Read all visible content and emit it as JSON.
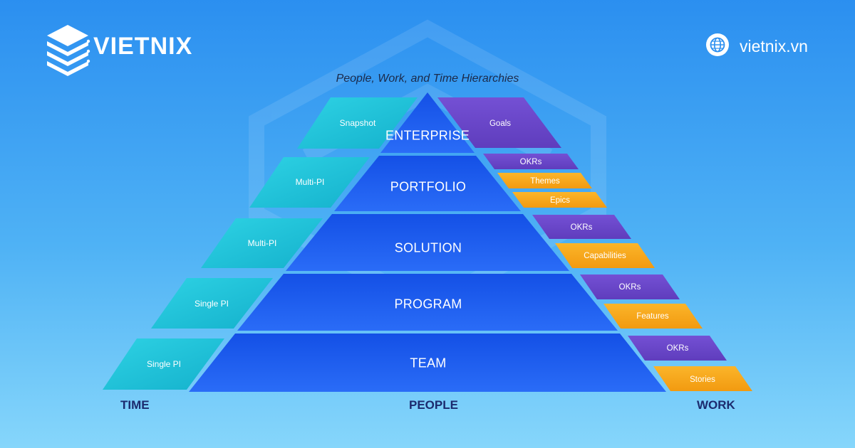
{
  "brand": {
    "name": "VIETNIX",
    "website": "vietnix.vn",
    "logo_icon": "server-stack-icon",
    "website_icon": "globe-icon"
  },
  "diagram": {
    "title": "People, Work, and Time Hierarchies",
    "axes": {
      "time": "TIME",
      "people": "PEOPLE",
      "work": "WORK"
    },
    "levels": [
      {
        "name": "ENTERPRISE",
        "time": "Snapshot",
        "work": [
          "Goals"
        ]
      },
      {
        "name": "PORTFOLIO",
        "time": "Multi-PI",
        "work": [
          "OKRs",
          "Themes",
          "Epics"
        ]
      },
      {
        "name": "SOLUTION",
        "time": "Multi-PI",
        "work": [
          "OKRs",
          "Capabilities"
        ]
      },
      {
        "name": "PROGRAM",
        "time": "Single PI",
        "work": [
          "OKRs",
          "Features"
        ]
      },
      {
        "name": "TEAM",
        "time": "Single PI",
        "work": [
          "OKRs",
          "Stories"
        ]
      }
    ]
  },
  "colors": {
    "background_top": "#2b8ff0",
    "background_bottom": "#86d6fb",
    "pyramid": "#1e5bf3",
    "time_boxes": "#1ec2d8",
    "work_okrs": "#6a45c9",
    "work_items": "#f7a51b",
    "axis_labels": "#1c2b6e"
  }
}
